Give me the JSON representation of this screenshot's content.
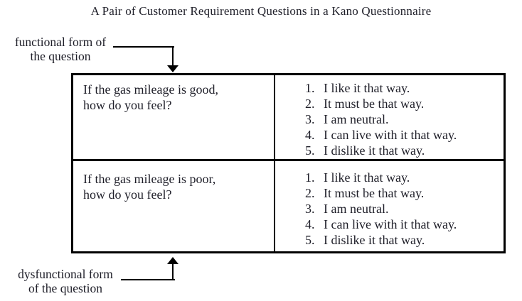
{
  "title": "A Pair of Customer Requirement Questions in a Kano Questionnaire",
  "labels": {
    "functional": {
      "line1": "functional form of",
      "line2": "the question"
    },
    "dysfunctional": {
      "line1": "dysfunctional form",
      "line2": "of the question"
    }
  },
  "table": {
    "rows": [
      {
        "question": "If the gas mileage is good,\nhow do you feel?",
        "options": [
          {
            "num": "1.",
            "text": "I like it that way."
          },
          {
            "num": "2.",
            "text": "It must be that way."
          },
          {
            "num": "3.",
            "text": "I am neutral."
          },
          {
            "num": "4.",
            "text": "I can live with it that way."
          },
          {
            "num": "5.",
            "text": "I dislike it that way."
          }
        ]
      },
      {
        "question": "If the gas mileage is poor,\nhow do you feel?",
        "options": [
          {
            "num": "1.",
            "text": "I like it that way."
          },
          {
            "num": "2.",
            "text": "It must be that way."
          },
          {
            "num": "3.",
            "text": "I am neutral."
          },
          {
            "num": "4.",
            "text": "I can live with it that way."
          },
          {
            "num": "5.",
            "text": "I dislike it that way."
          }
        ]
      }
    ]
  },
  "colors": {
    "background": "#ffffff",
    "text": "#1e1e28",
    "border": "#000000"
  }
}
